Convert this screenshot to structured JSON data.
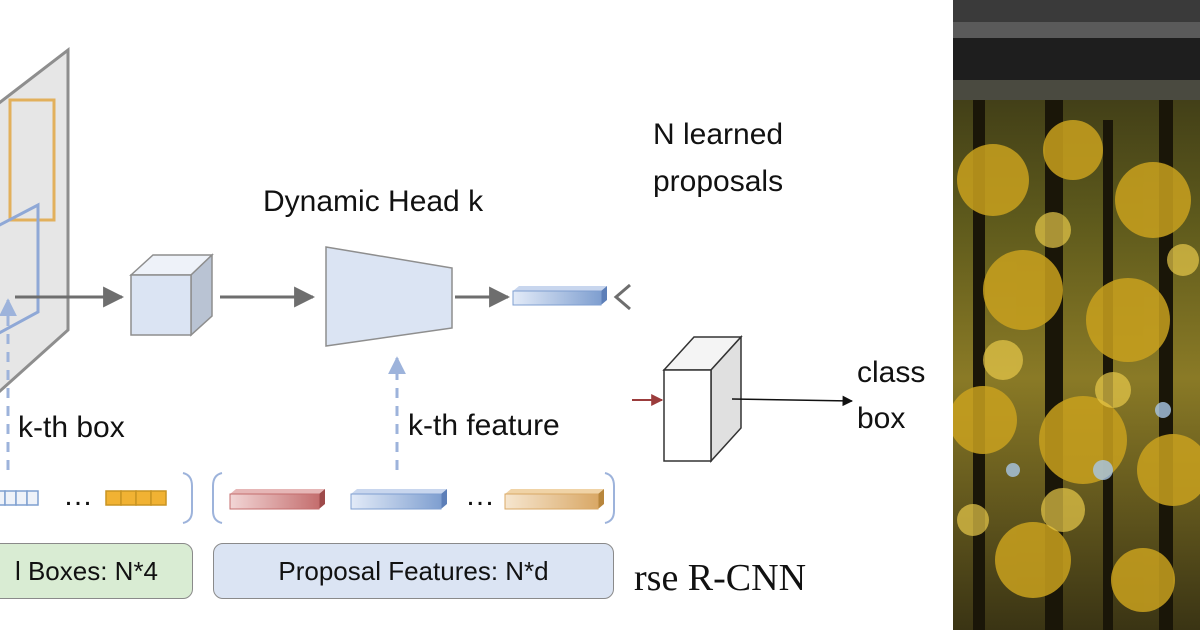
{
  "labels": {
    "head": "Dynamic Head k",
    "proposals_line1": "N learned",
    "proposals_line2": "proposals",
    "kth_box": "k-th box",
    "kth_feature": "k-th feature",
    "class": "class",
    "box": "box",
    "ellipsis": "…"
  },
  "pills": {
    "boxes": "l Boxes: N*4",
    "features": "Proposal Features: N*d"
  },
  "caption": "rse R-CNN",
  "colors": {
    "panel": "#e6e6e6",
    "panel_stroke": "#8e8e8e",
    "box_orange": "#e2b05c",
    "box_blue": "#8fa8d6",
    "cube_face": "#dbe4f3",
    "cube_side": "#b9c3d3",
    "arrow": "#6e6e6e",
    "dashed": "#9db3db",
    "red_arrow": "#9b3c3c",
    "strip_red": "#c46e6e",
    "strip_blue": "#7f9fd0",
    "strip_orange": "#d9a866",
    "strip_yellow": "#f1b233",
    "pill_green": "#d9ecd3",
    "pill_blue": "#dbe4f3"
  },
  "icons": {
    "forest_photo": "forest-photo"
  }
}
